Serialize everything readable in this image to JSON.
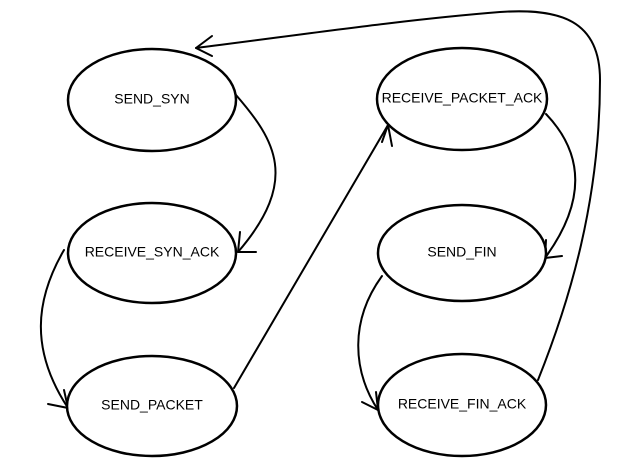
{
  "colors": {
    "background": "#ffffff",
    "stroke": "#000000",
    "text": "#000000"
  },
  "states": [
    {
      "id": "send_syn",
      "label": "SEND_SYN"
    },
    {
      "id": "receive_syn_ack",
      "label": "RECEIVE_SYN_ACK"
    },
    {
      "id": "send_packet",
      "label": "SEND_PACKET"
    },
    {
      "id": "receive_packet_ack",
      "label": "RECEIVE_PACKET_ACK"
    },
    {
      "id": "send_fin",
      "label": "SEND_FIN"
    },
    {
      "id": "receive_fin_ack",
      "label": "RECEIVE_FIN_ACK"
    }
  ],
  "transitions": [
    {
      "from": "send_syn",
      "to": "receive_syn_ack"
    },
    {
      "from": "receive_syn_ack",
      "to": "send_packet"
    },
    {
      "from": "send_packet",
      "to": "receive_packet_ack"
    },
    {
      "from": "receive_packet_ack",
      "to": "send_fin"
    },
    {
      "from": "send_fin",
      "to": "receive_fin_ack"
    },
    {
      "from": "receive_fin_ack",
      "to": "send_syn"
    }
  ]
}
